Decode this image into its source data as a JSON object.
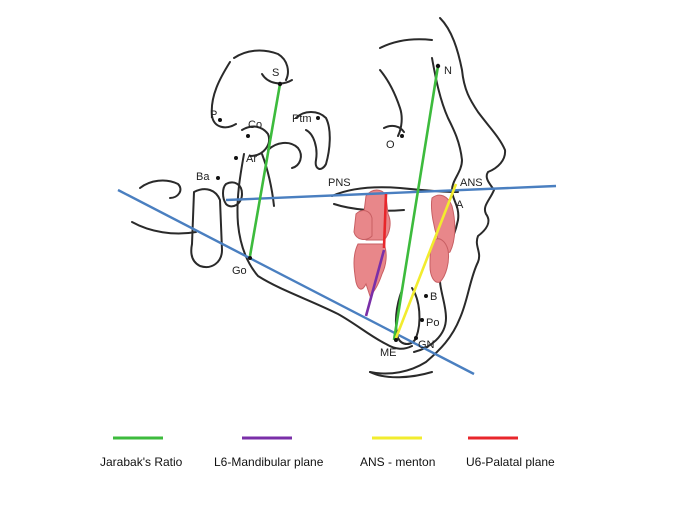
{
  "landmarks": {
    "s": "S",
    "n": "N",
    "p": "P",
    "co": "Co",
    "ptm": "Ptm",
    "o": "O",
    "ar": "Ar",
    "ba": "Ba",
    "pns": "PNS",
    "ans": "ANS",
    "a": "A",
    "go": "Go",
    "b": "B",
    "po": "Po",
    "me": "ME",
    "gn": "GN"
  },
  "legend": [
    {
      "label": "Jarabak's Ratio",
      "color": "#3dbb3d"
    },
    {
      "label": "L6-Mandibular plane",
      "color": "#7a2fa8"
    },
    {
      "label": "ANS - menton",
      "color": "#f2ec2e"
    },
    {
      "label": "U6-Palatal plane",
      "color": "#e8262b"
    }
  ],
  "colors": {
    "plane_lines": "#4a7fc0",
    "teeth": "#e8878a",
    "outline": "#2a2a2a"
  }
}
